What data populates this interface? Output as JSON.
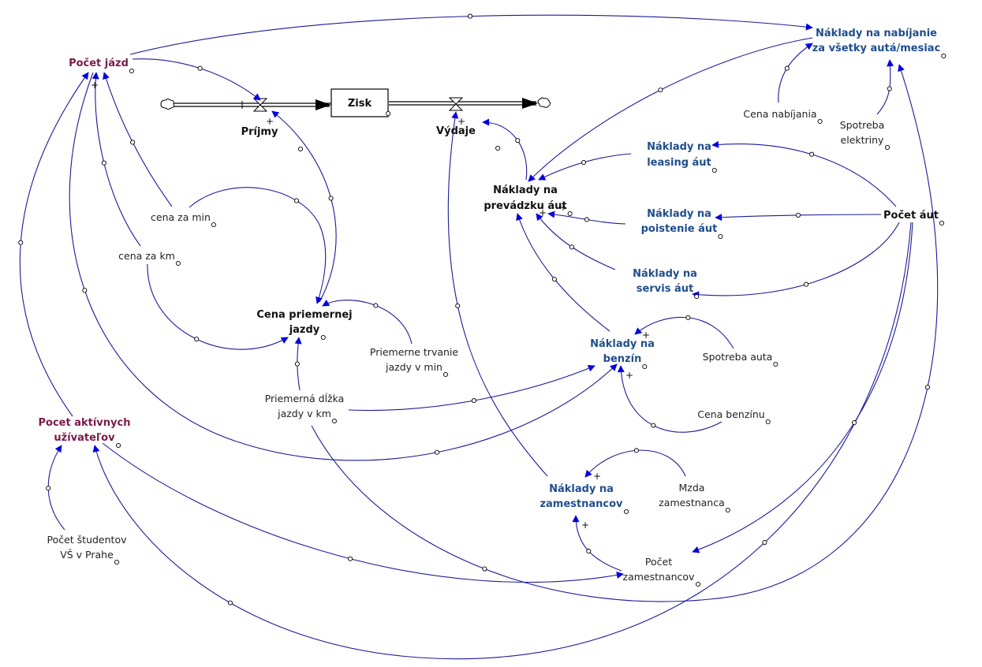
{
  "diagram": {
    "type": "stock-and-flow",
    "colors": {
      "link": "#1a1a9a",
      "arrowhead": "#0000e0",
      "blue_variable": "#1f4e8c",
      "purple_variable": "#7a1a4a",
      "text": "#222222",
      "background": "#ffffff"
    },
    "stock": {
      "label": "Zisk"
    },
    "flows": [
      {
        "id": "prijmy",
        "label": "Príjmy",
        "sign": "+"
      },
      {
        "id": "vydaje",
        "label": "Výdaje",
        "sign": "+"
      }
    ],
    "variables": {
      "pocet_jazd": "Počet jázd",
      "naklady_nabijanie_1": "Náklady na nabíjanie",
      "naklady_nabijanie_2": "za všetky autá/mesiac",
      "cena_nabijania": "Cena nabíjania",
      "spotreba_elektriny_1": "Spotreba",
      "spotreba_elektriny_2": "elektriny",
      "naklady_leasing_1": "Náklady na",
      "naklady_leasing_2": "leasing áut",
      "naklady_prevadzka_1": "Náklady na",
      "naklady_prevadzka_2": "prevádzku áut",
      "naklady_poistenie_1": "Náklady na",
      "naklady_poistenie_2": "poistenie áut",
      "pocet_aut": "Počet áut",
      "naklady_servis_1": "Náklady na",
      "naklady_servis_2": "servis áut",
      "cena_za_min": "cena za min",
      "cena_za_km": "cena za km",
      "cena_priemernej_1": "Cena priemernej",
      "cena_priemernej_2": "jazdy",
      "priemerne_trvanie_1": "Priemerne trvanie",
      "priemerne_trvanie_2": "jazdy v min",
      "naklady_benzin_1": "Náklady na",
      "naklady_benzin_2": "benzín",
      "spotreba_auta": "Spotreba auta",
      "priemerna_dlzka_1": "Priemerná dĺžka",
      "priemerna_dlzka_2": "jazdy v km",
      "cena_benzinu": "Cena benzínu",
      "pocet_aktivnych_1": "Pocet aktívnych",
      "pocet_aktivnych_2": "užívateľov",
      "naklady_zamestnancov_1": "Náklady na",
      "naklady_zamestnancov_2": "zamestnancov",
      "mzda_1": "Mzda",
      "mzda_2": "zamestnanca",
      "pocet_studentov_1": "Počet študentov",
      "pocet_studentov_2": "VŠ v Prahe",
      "pocet_zamestnancov_1": "Počet",
      "pocet_zamestnancov_2": "zamestnancov"
    },
    "signs": {
      "plus": "+"
    },
    "links": [
      {
        "from": "Počet jázd",
        "to": "Príjmy"
      },
      {
        "from": "Počet jázd",
        "to": "Náklady na nabíjanie za všetky autá/mesiac"
      },
      {
        "from": "cena za min",
        "to": "Počet jázd"
      },
      {
        "from": "cena za km",
        "to": "Počet jázd"
      },
      {
        "from": "Pocet aktívnych užívateľov",
        "to": "Počet jázd"
      },
      {
        "from": "Počet zamestnancov",
        "to": "Počet jázd"
      },
      {
        "from": "Cena priemernej jazdy",
        "to": "Príjmy"
      },
      {
        "from": "cena za min",
        "to": "Cena priemernej jazdy"
      },
      {
        "from": "cena za km",
        "to": "Cena priemernej jazdy"
      },
      {
        "from": "Priemerne trvanie jazdy v min",
        "to": "Cena priemernej jazdy"
      },
      {
        "from": "Priemerná dĺžka jazdy v km",
        "to": "Cena priemernej jazdy"
      },
      {
        "from": "Priemerná dĺžka jazdy v km",
        "to": "Náklady na benzín"
      },
      {
        "from": "Priemerná dĺžka jazdy v km",
        "to": "Náklady na nabíjanie za všetky autá/mesiac"
      },
      {
        "from": "Náklady na prevádzku áut",
        "to": "Výdaje"
      },
      {
        "from": "Náklady na zamestnancov",
        "to": "Výdaje"
      },
      {
        "from": "Náklady na nabíjanie za všetky autá/mesiac",
        "to": "Náklady na prevádzku áut"
      },
      {
        "from": "Cena nabíjania",
        "to": "Náklady na nabíjanie za všetky autá/mesiac"
      },
      {
        "from": "Spotreba elektriny",
        "to": "Náklady na nabíjanie za všetky autá/mesiac"
      },
      {
        "from": "Náklady na leasing áut",
        "to": "Náklady na prevádzku áut"
      },
      {
        "from": "Náklady na poistenie áut",
        "to": "Náklady na prevádzku áut"
      },
      {
        "from": "Náklady na servis áut",
        "to": "Náklady na prevádzku áut"
      },
      {
        "from": "Náklady na benzín",
        "to": "Náklady na prevádzku áut"
      },
      {
        "from": "Počet áut",
        "to": "Náklady na leasing áut"
      },
      {
        "from": "Počet áut",
        "to": "Náklady na poistenie áut"
      },
      {
        "from": "Počet áut",
        "to": "Náklady na servis áut"
      },
      {
        "from": "Počet áut",
        "to": "Počet zamestnancov"
      },
      {
        "from": "Počet áut",
        "to": "Pocet aktívnych užívateľov"
      },
      {
        "from": "Spotreba auta",
        "to": "Náklady na benzín"
      },
      {
        "from": "Cena benzínu",
        "to": "Náklady na benzín"
      },
      {
        "from": "Mzda zamestnanca",
        "to": "Náklady na zamestnancov"
      },
      {
        "from": "Počet zamestnancov",
        "to": "Náklady na zamestnancov"
      },
      {
        "from": "Počet študentov VŠ v Prahe",
        "to": "Pocet aktívnych užívateľov"
      },
      {
        "from": "Pocet aktívnych užívateľov",
        "to": "Počet zamestnancov"
      },
      {
        "from": "Pocet aktívnych užívateľov",
        "to": "Náklady na benzín"
      }
    ]
  }
}
